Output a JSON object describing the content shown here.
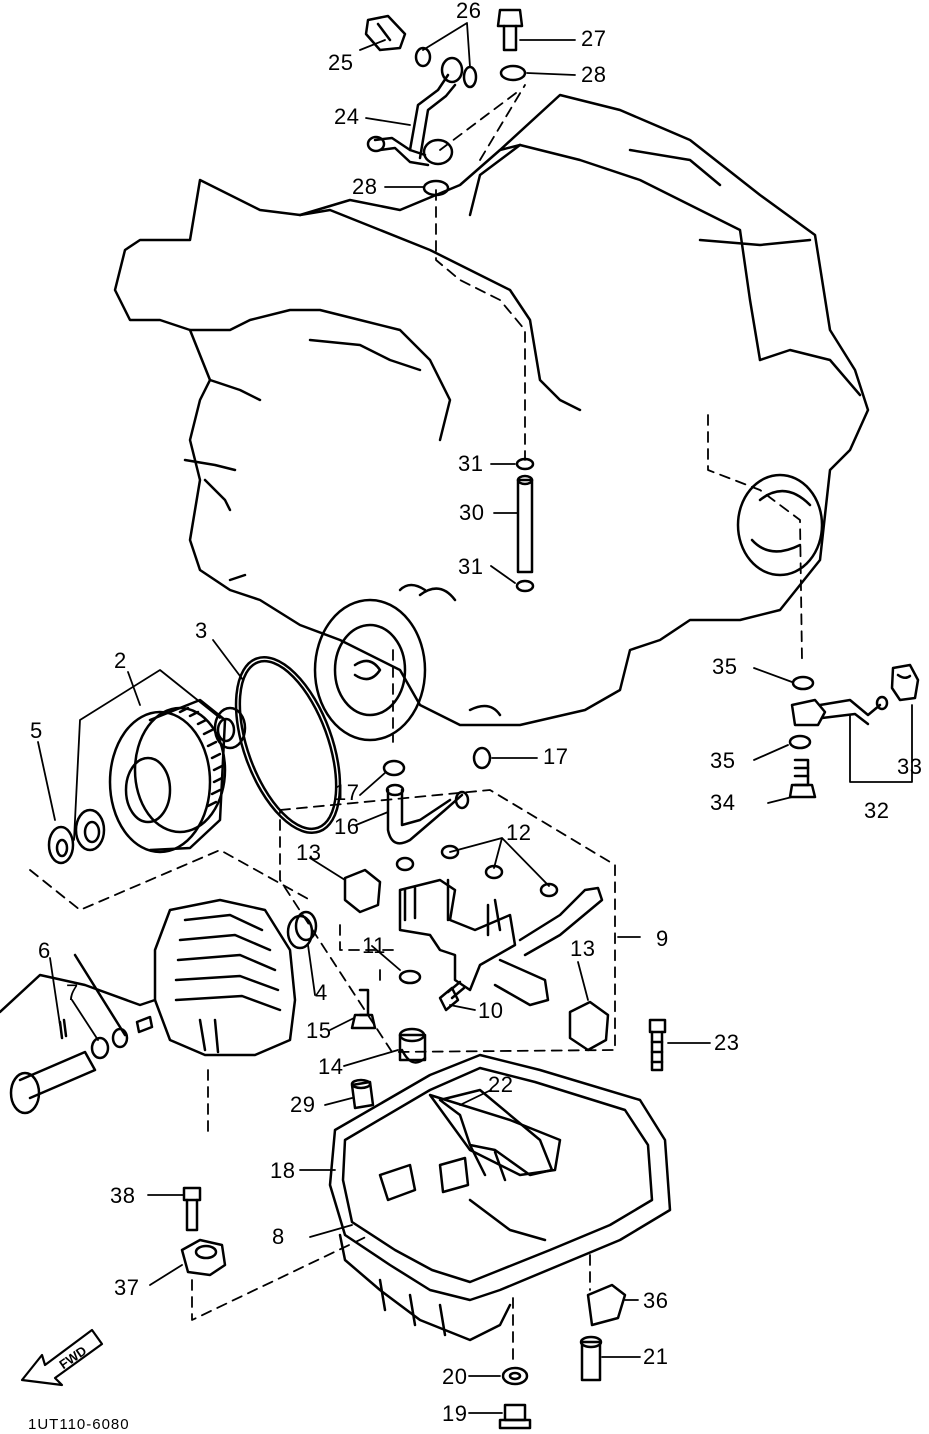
{
  "labels": {
    "p1": "2",
    "p2": "3",
    "p3": "5",
    "p4": "6",
    "p5": "7",
    "p6": "4",
    "p7": "8",
    "p8": "9",
    "p9": "10",
    "p10": "11",
    "p11": "12",
    "p12": "13",
    "p13": "13",
    "p14": "14",
    "p15": "15",
    "p16": "16",
    "p17": "17",
    "p18": "17",
    "p19": "18",
    "p20": "19",
    "p21": "20",
    "p22": "21",
    "p23": "22",
    "p24": "23",
    "p25": "24",
    "p26": "25",
    "p27": "26",
    "p28": "27",
    "p29": "28",
    "p30": "28",
    "p31": "29",
    "p32": "30",
    "p33": "31",
    "p34": "31",
    "p35": "32",
    "p36": "33",
    "p37": "34",
    "p38": "35",
    "p39": "35",
    "p40": "36",
    "p41": "37",
    "p42": "38"
  },
  "diagram_code": "1UT110-6080",
  "forward_arrow": "FWD"
}
